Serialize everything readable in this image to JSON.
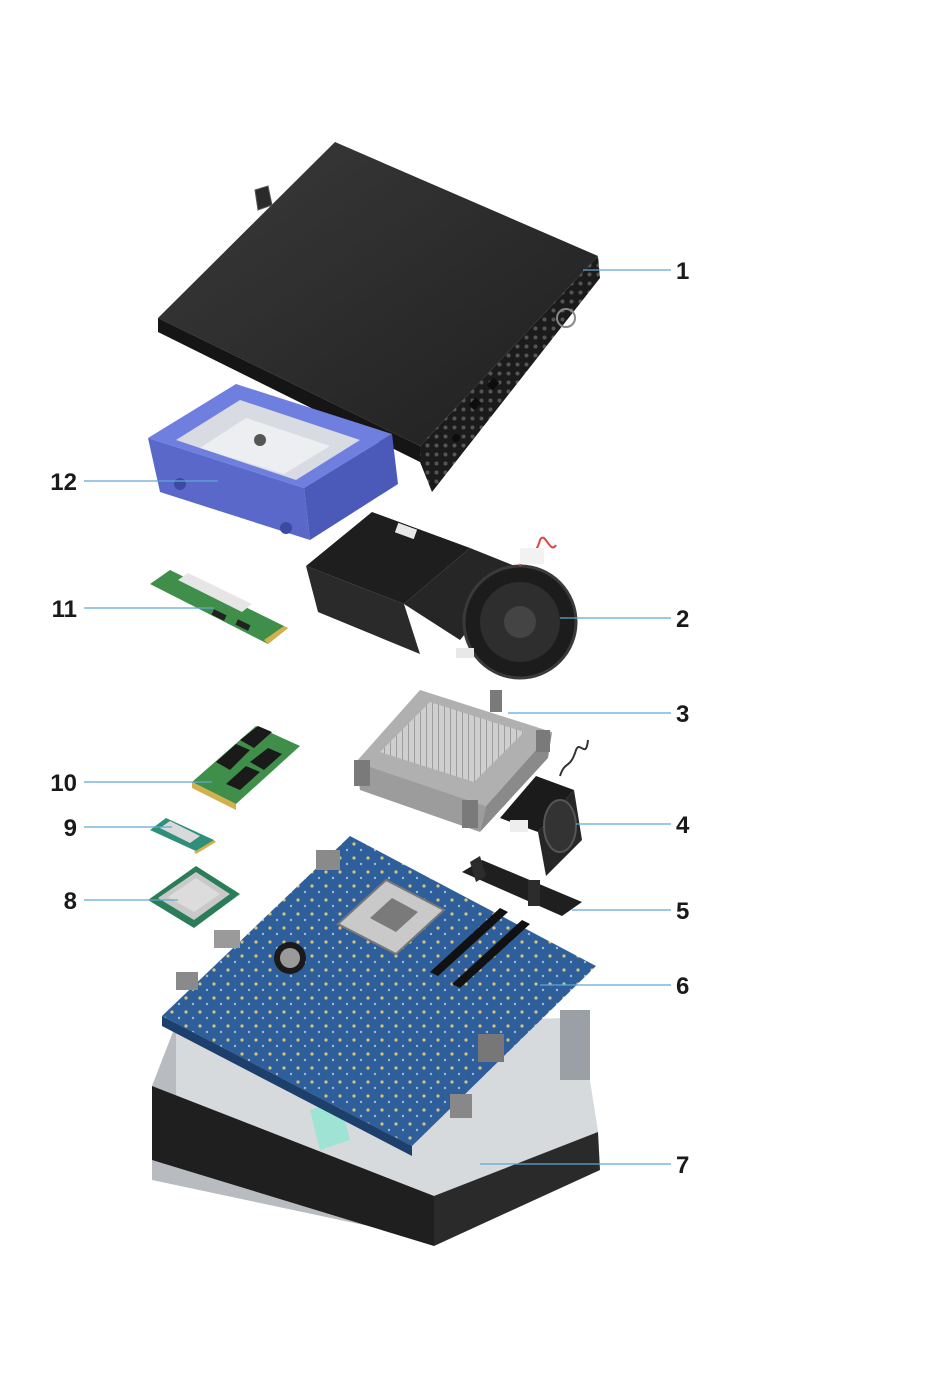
{
  "callouts": [
    {
      "id": "1",
      "label": "1",
      "side": "right"
    },
    {
      "id": "2",
      "label": "2",
      "side": "right"
    },
    {
      "id": "3",
      "label": "3",
      "side": "right"
    },
    {
      "id": "4",
      "label": "4",
      "side": "right"
    },
    {
      "id": "5",
      "label": "5",
      "side": "right"
    },
    {
      "id": "6",
      "label": "6",
      "side": "right"
    },
    {
      "id": "7",
      "label": "7",
      "side": "right"
    },
    {
      "id": "8",
      "label": "8",
      "side": "left"
    },
    {
      "id": "9",
      "label": "9",
      "side": "left"
    },
    {
      "id": "10",
      "label": "10",
      "side": "left"
    },
    {
      "id": "11",
      "label": "11",
      "side": "left"
    },
    {
      "id": "12",
      "label": "12",
      "side": "left"
    }
  ],
  "colors": {
    "leader": "#5fa8d3",
    "number": "#1a1a1a",
    "cover": "#2b2b2b",
    "caddy": "#6f7fe0",
    "pcb": "#2f5f9a",
    "ssd_pcb": "#3f8f4a",
    "heatsink": "#c9c9c9",
    "chassis": "#b8bcc0"
  }
}
